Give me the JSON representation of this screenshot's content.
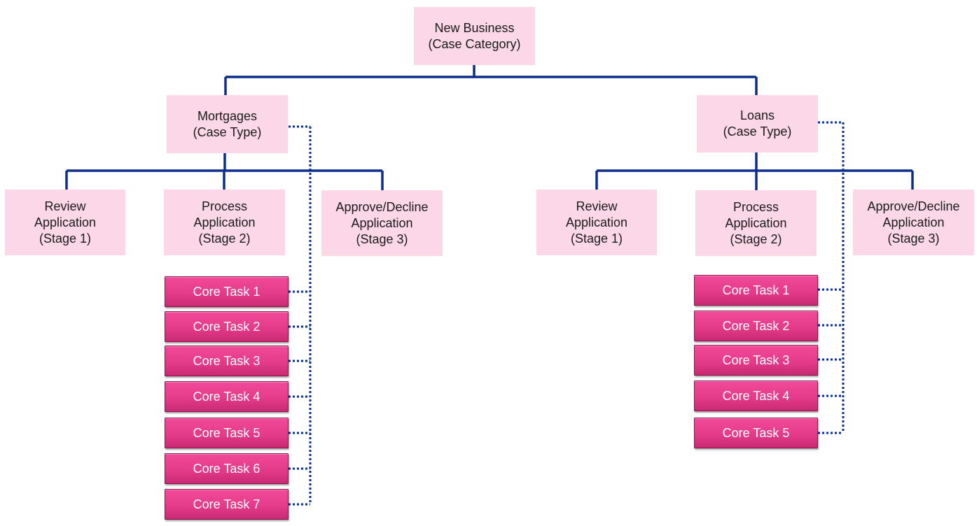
{
  "colors": {
    "light_box": "#fcd7e8",
    "task_box": "#e43b8a",
    "connector": "#0b2d8c"
  },
  "root": {
    "line1": "New Business",
    "line2": "(Case Category)"
  },
  "mortgages": {
    "line1": "Mortgages",
    "line2": "(Case Type)",
    "stages": [
      {
        "lines": [
          "Review",
          "Application",
          "(Stage 1)"
        ]
      },
      {
        "lines": [
          "Process",
          "Application",
          "(Stage 2)"
        ]
      },
      {
        "lines": [
          "Approve/Decline",
          "Application",
          "(Stage 3)"
        ]
      }
    ],
    "tasks": [
      "Core Task 1",
      "Core Task 2",
      "Core Task 3",
      "Core Task 4",
      "Core Task 5",
      "Core Task 6",
      "Core Task 7"
    ]
  },
  "loans": {
    "line1": "Loans",
    "line2": "(Case Type)",
    "stages": [
      {
        "lines": [
          "Review",
          "Application",
          "(Stage 1)"
        ]
      },
      {
        "lines": [
          "Process",
          "Application",
          "(Stage 2)"
        ]
      },
      {
        "lines": [
          "Approve/Decline",
          "Application",
          "(Stage 3)"
        ]
      }
    ],
    "tasks": [
      "Core Task 1",
      "Core Task 2",
      "Core Task 3",
      "Core Task 4",
      "Core Task 5"
    ]
  }
}
